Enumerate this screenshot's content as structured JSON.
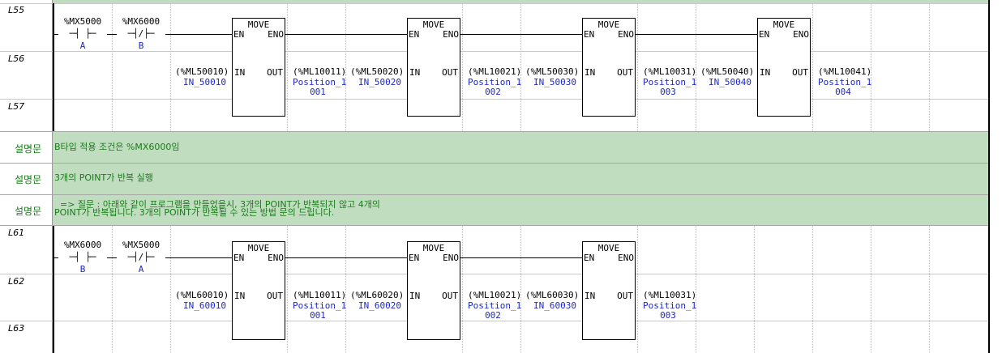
{
  "line_labels": {
    "l55": "L55",
    "l56": "L56",
    "l57": "L57",
    "l61": "L61",
    "l62": "L62",
    "l63": "L63"
  },
  "comment_rows": [
    {
      "label": "설명문",
      "text": "B타입 적용 조건은 %MX6000임"
    },
    {
      "label": "설명문",
      "text": "3개의 POINT가 반복 실행"
    },
    {
      "label": "설명문",
      "text": "  => 질문 : 아래와 같이 프로그램을 만들었을시, 3개의 POINT가 반복되지 않고 4개의\nPOINT가 반복됩니다. 3개의 POINT가 반복될 수 있는 방법 문의 드립니다."
    }
  ],
  "colors": {
    "comment_band": "#c0ddc0",
    "comment_text": "#1a7a1a",
    "variable_text": "#1e28c8",
    "wire": "#000000"
  },
  "rung1": {
    "contacts": [
      {
        "addr": "%MX5000",
        "symbol": "─┤ ├─",
        "alias": "A"
      },
      {
        "addr": "%MX6000",
        "symbol": "─┤/├─",
        "alias": "B"
      }
    ],
    "blocks": [
      {
        "name": "MOVE",
        "en": "EN",
        "eno": "ENO",
        "in": "IN",
        "out": "OUT",
        "in_addr": "(%ML50010)",
        "in_var": "IN_50010",
        "out_addr": "(%ML10011)",
        "out_var1": "Position_1",
        "out_var2": "001"
      },
      {
        "name": "MOVE",
        "en": "EN",
        "eno": "ENO",
        "in": "IN",
        "out": "OUT",
        "in_addr": "(%ML50020)",
        "in_var": "IN_50020",
        "out_addr": "(%ML10021)",
        "out_var1": "Position_1",
        "out_var2": "002"
      },
      {
        "name": "MOVE",
        "en": "EN",
        "eno": "ENO",
        "in": "IN",
        "out": "OUT",
        "in_addr": "(%ML50030)",
        "in_var": "IN_50030",
        "out_addr": "(%ML10031)",
        "out_var1": "Position_1",
        "out_var2": "003"
      },
      {
        "name": "MOVE",
        "en": "EN",
        "eno": "ENO",
        "in": "IN",
        "out": "OUT",
        "in_addr": "(%ML50040)",
        "in_var": "IN_50040",
        "out_addr": "(%ML10041)",
        "out_var1": "Position_1",
        "out_var2": "004"
      }
    ]
  },
  "rung2": {
    "contacts": [
      {
        "addr": "%MX6000",
        "symbol": "─┤ ├─",
        "alias": "B"
      },
      {
        "addr": "%MX5000",
        "symbol": "─┤/├─",
        "alias": "A"
      }
    ],
    "blocks": [
      {
        "name": "MOVE",
        "en": "EN",
        "eno": "ENO",
        "in": "IN",
        "out": "OUT",
        "in_addr": "(%ML60010)",
        "in_var": "IN_60010",
        "out_addr": "(%ML10011)",
        "out_var1": "Position_1",
        "out_var2": "001"
      },
      {
        "name": "MOVE",
        "en": "EN",
        "eno": "ENO",
        "in": "IN",
        "out": "OUT",
        "in_addr": "(%ML60020)",
        "in_var": "IN_60020",
        "out_addr": "(%ML10021)",
        "out_var1": "Position_1",
        "out_var2": "002"
      },
      {
        "name": "MOVE",
        "en": "EN",
        "eno": "ENO",
        "in": "IN",
        "out": "OUT",
        "in_addr": "(%ML60030)",
        "in_var": "IN_60030",
        "out_addr": "(%ML10031)",
        "out_var1": "Position_1",
        "out_var2": "003"
      }
    ]
  }
}
